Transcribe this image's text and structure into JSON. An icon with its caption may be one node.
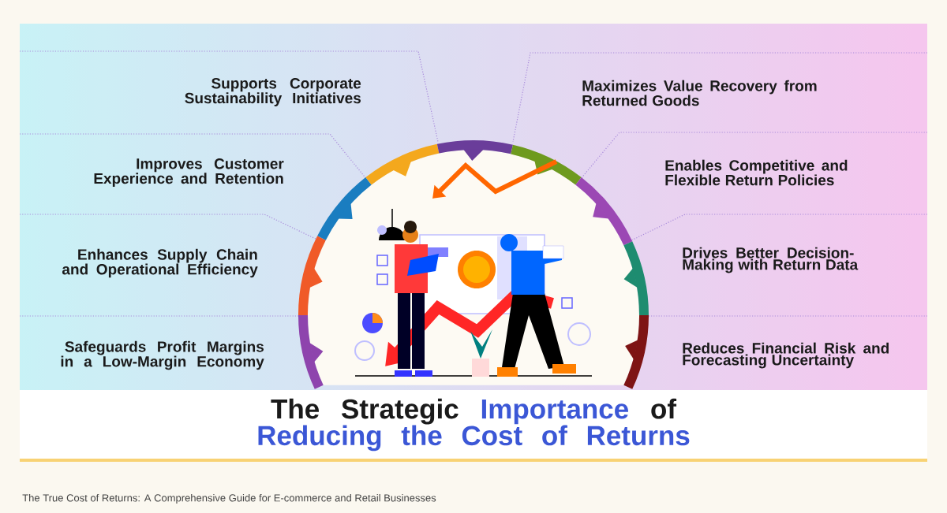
{
  "diagram": {
    "title": "The Strategic **Importance** of **Reducing the Cost of Returns**",
    "nodes": [
      {
        "text": [
          "Supports Corporate Sustainability Initiatives"
        ]
      },
      {
        "text": [
          "Maximizes Value Recovery from Returned Goods"
        ]
      },
      {
        "text": [
          "Improves Customer Experience and Retention"
        ]
      },
      {
        "text": [
          "Enables Competitive and Flexible Return Policies"
        ]
      },
      {
        "text": [
          "Enhances Supply Chain and Operational Efficiency"
        ]
      },
      {
        "text": [
          "Drives Better Decision-Making with Return Data"
        ]
      },
      {
        "text": [
          "Safeguards Profit Margins in a Low-Margin Economy"
        ]
      },
      {
        "text": [
          "Reduces Financial Risk and Forecasting Uncertainty"
        ]
      }
    ],
    "labels": [
      "The True Cost of Returns: A Comprehensive Guide for E-commerce and Retail Businesses"
    ]
  }
}
